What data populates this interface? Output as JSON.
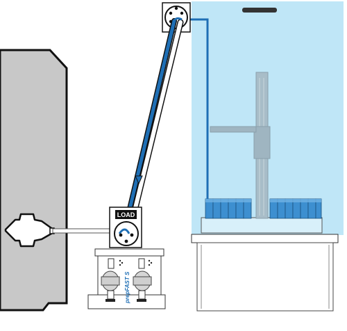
{
  "diagram": {
    "valve_state_label": "LOAD",
    "module_name": "prepFAST S",
    "colors": {
      "sample_line": "#1f6fb5",
      "autosampler_enclosure": "#bfe6f7",
      "instrument_body": "#c8c8c8",
      "tube_rack_fill": "#3d8fd0",
      "gantry": "#a8bdc8",
      "outline": "#111111"
    },
    "vials": {
      "left_group_count": 6,
      "right_group_count": 7
    }
  }
}
